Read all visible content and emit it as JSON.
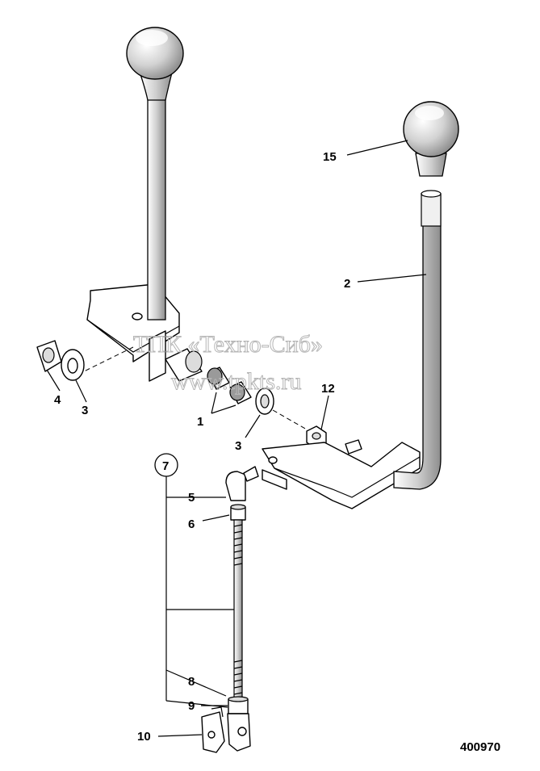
{
  "watermark": {
    "line1": "ТПК «Техно-Сиб»",
    "line2": "www.tpkts.ru"
  },
  "drawing_number": "400970",
  "callouts": {
    "c1": "1",
    "c2": "2",
    "c3a": "3",
    "c3b": "3",
    "c4": "4",
    "c5": "5",
    "c6": "6",
    "c7": "7",
    "c8": "8",
    "c9": "9",
    "c10": "10",
    "c12": "12",
    "c15": "15"
  }
}
